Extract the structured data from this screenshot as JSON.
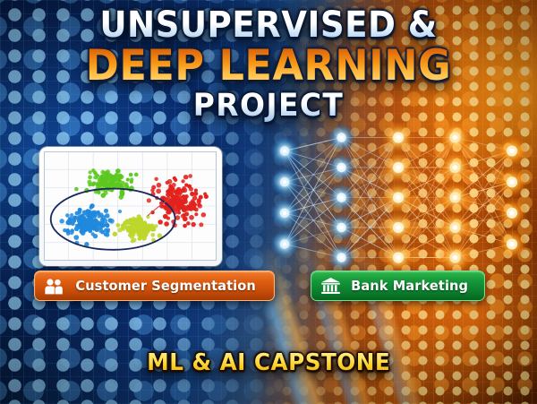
{
  "poster": {
    "title_line_1": "UNSUPERVISED &",
    "title_line_2": "DEEP LEARNING",
    "title_line_3": "PROJECT",
    "footer": "ML & AI CAPSTONE",
    "colors": {
      "background_blue": "#0a2c63",
      "background_orange": "#c0600c",
      "title_white": "#ffffff",
      "title_orange": "#f89a18",
      "footer_gold": "#ffe04f",
      "badge_orange": "#e05f12",
      "badge_green": "#15963a"
    }
  },
  "badges": [
    {
      "id": "customer-segmentation",
      "label": "Customer Segmentation",
      "icon": "people-icon",
      "color": "#e05f12"
    },
    {
      "id": "bank-marketing",
      "label": "Bank Marketing",
      "icon": "bank-icon",
      "color": "#15963a"
    }
  ],
  "chart_data": {
    "type": "scatter",
    "title": "",
    "xlabel": "",
    "ylabel": "",
    "grid": true,
    "legend": false,
    "xlim": [
      0,
      100
    ],
    "ylim": [
      0,
      100
    ],
    "annotations": [
      {
        "type": "ellipse",
        "label": "selected-clusters",
        "cx": 40,
        "cy": 38,
        "rx": 36,
        "ry": 28,
        "color": "#1b2a5e"
      },
      {
        "type": "curve",
        "label": "outlier-pointer",
        "from": [
          60,
          41
        ],
        "to": [
          74,
          58
        ],
        "color": "#d94040"
      }
    ],
    "series": [
      {
        "name": "cluster-green",
        "color": "#5cc81e",
        "n": 120,
        "center": [
          38,
          72
        ],
        "spread": [
          15,
          12
        ]
      },
      {
        "name": "cluster-red",
        "color": "#e2221c",
        "n": 170,
        "center": [
          78,
          55
        ],
        "spread": [
          15,
          20
        ]
      },
      {
        "name": "cluster-blue",
        "color": "#2089dd",
        "n": 150,
        "center": [
          26,
          34
        ],
        "spread": [
          14,
          15
        ]
      },
      {
        "name": "cluster-yellow",
        "color": "#bcd62a",
        "n": 110,
        "center": [
          55,
          30
        ],
        "spread": [
          11,
          11
        ]
      }
    ]
  },
  "neural_network": {
    "type": "graph",
    "layers": [
      4,
      5,
      5,
      5,
      4
    ],
    "node_colors": [
      "#6fc4ff",
      "#8fd6ff",
      "#ffc247",
      "#ffaa22",
      "#ff9510"
    ],
    "edge_color": "#cfe6ff"
  }
}
